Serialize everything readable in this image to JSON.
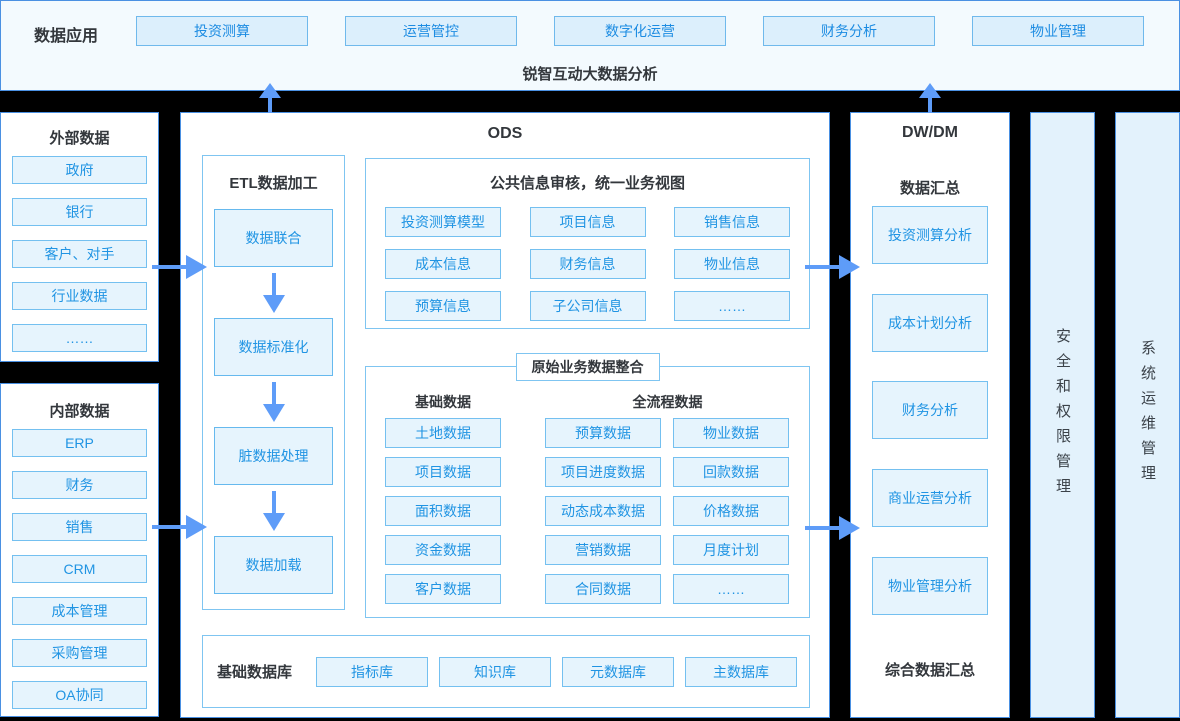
{
  "palette": {
    "page_bg": "#000000",
    "panel_bg": "#ffffff",
    "panel_border": "#4a90e2",
    "topbar_bg": "#f3fafe",
    "item_bg": "#e6f4fd",
    "item_border": "#74c0f0",
    "item_text": "#2094e3",
    "title_text": "#33373c",
    "arrow": "#5e9cf8",
    "sidebar_bg": "#e3f2fc"
  },
  "topbar": {
    "label": "数据应用",
    "buttons": [
      "投资测算",
      "运营管控",
      "数字化运营",
      "财务分析",
      "物业管理"
    ],
    "title": "锐智互动大数据分析"
  },
  "external": {
    "title": "外部数据",
    "items": [
      "政府",
      "银行",
      "客户、对手",
      "行业数据",
      "……"
    ]
  },
  "internal": {
    "title": "内部数据",
    "items": [
      "ERP",
      "财务",
      "销售",
      "CRM",
      "成本管理",
      "采购管理",
      "OA协同"
    ]
  },
  "ods": {
    "title": "ODS",
    "etl": {
      "title": "ETL数据加工",
      "steps": [
        "数据联合",
        "数据标准化",
        "脏数据处理",
        "数据加载"
      ]
    },
    "common": {
      "title": "公共信息审核，统一业务视图",
      "items": [
        "投资测算模型",
        "项目信息",
        "销售信息",
        "成本信息",
        "财务信息",
        "物业信息",
        "预算信息",
        "子公司信息",
        "……"
      ]
    },
    "raw": {
      "title": "原始业务数据整合",
      "basic_title": "基础数据",
      "full_title": "全流程数据",
      "basic": [
        "土地数据",
        "项目数据",
        "面积数据",
        "资金数据",
        "客户数据"
      ],
      "full_col1": [
        "预算数据",
        "项目进度数据",
        "动态成本数据",
        "营销数据",
        "合同数据"
      ],
      "full_col2": [
        "物业数据",
        "回款数据",
        "价格数据",
        "月度计划",
        "……"
      ]
    },
    "basedb": {
      "title": "基础数据库",
      "items": [
        "指标库",
        "知识库",
        "元数据库",
        "主数据库"
      ]
    }
  },
  "dwdm": {
    "title": "DW/DM",
    "subtitle": "数据汇总",
    "items": [
      "投资测算分析",
      "成本计划分析",
      "财务分析",
      "商业运营分析",
      "物业管理分析"
    ],
    "footer": "综合数据汇总"
  },
  "sidebars": [
    {
      "title": "安全和权限管理"
    },
    {
      "title": "系统运维管理"
    }
  ]
}
